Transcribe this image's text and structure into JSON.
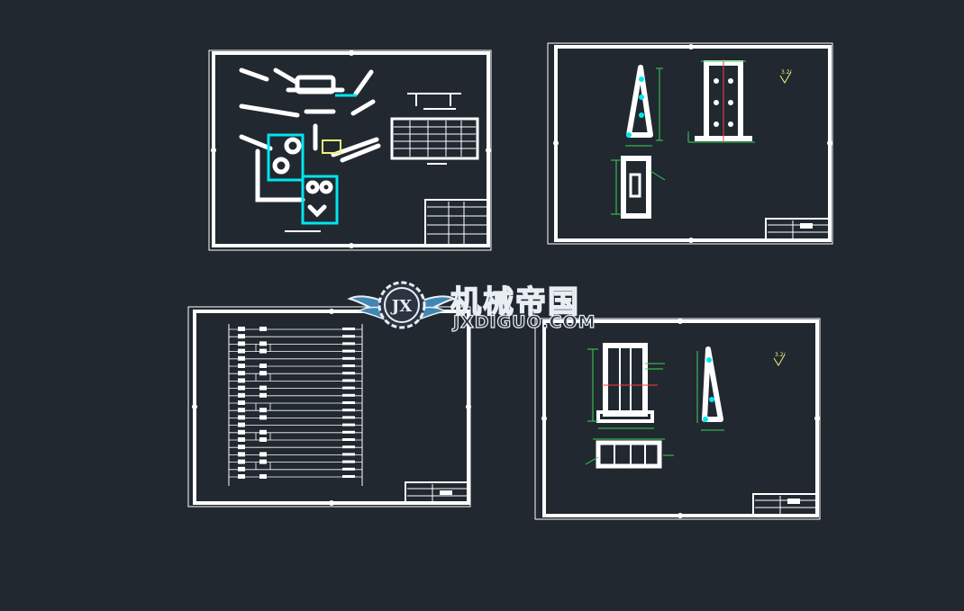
{
  "watermark": {
    "brand_cn": "机械帝国",
    "brand_url": "JXDIGUO.COM",
    "emblem_letters": "JX"
  },
  "colors": {
    "background": "#212830",
    "sheet_border": "#ffffff",
    "cyan": "#00e5f0",
    "green": "#39d353",
    "yellow": "#f2f07a",
    "red": "#ff3b3b",
    "logo_blue": "#3f86b4"
  },
  "sheets": [
    {
      "name": "assembly-drawing"
    },
    {
      "name": "part-drawing-bracket"
    },
    {
      "name": "electrical-ladder-diagram"
    },
    {
      "name": "part-drawing-frame"
    }
  ],
  "annotations": {
    "roughness_symbol": "3.2/"
  }
}
